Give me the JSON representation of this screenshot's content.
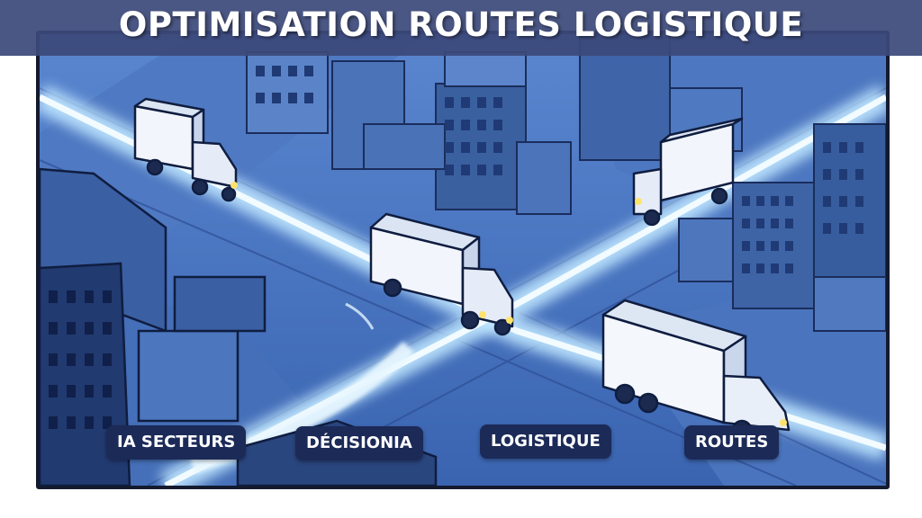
{
  "title": "OPTIMISATION ROUTES LOGISTIQUE",
  "tags": [
    {
      "label": "IA SECTEURS"
    },
    {
      "label": "DÉCISIONIA"
    },
    {
      "label": "LOGISTIQUE"
    },
    {
      "label": "ROUTES"
    }
  ],
  "colors": {
    "title_bar": "#3c497a",
    "tag_background": "#1c2a58",
    "tag_text": "#ffffff",
    "illustration_blue": "#3d69b8",
    "road_glow": "#dff4ff"
  },
  "illustration": {
    "subject": "isometric city intersection with four delivery trucks on glowing routes",
    "icons": [
      "truck-icon",
      "building-icon",
      "road-icon"
    ]
  }
}
